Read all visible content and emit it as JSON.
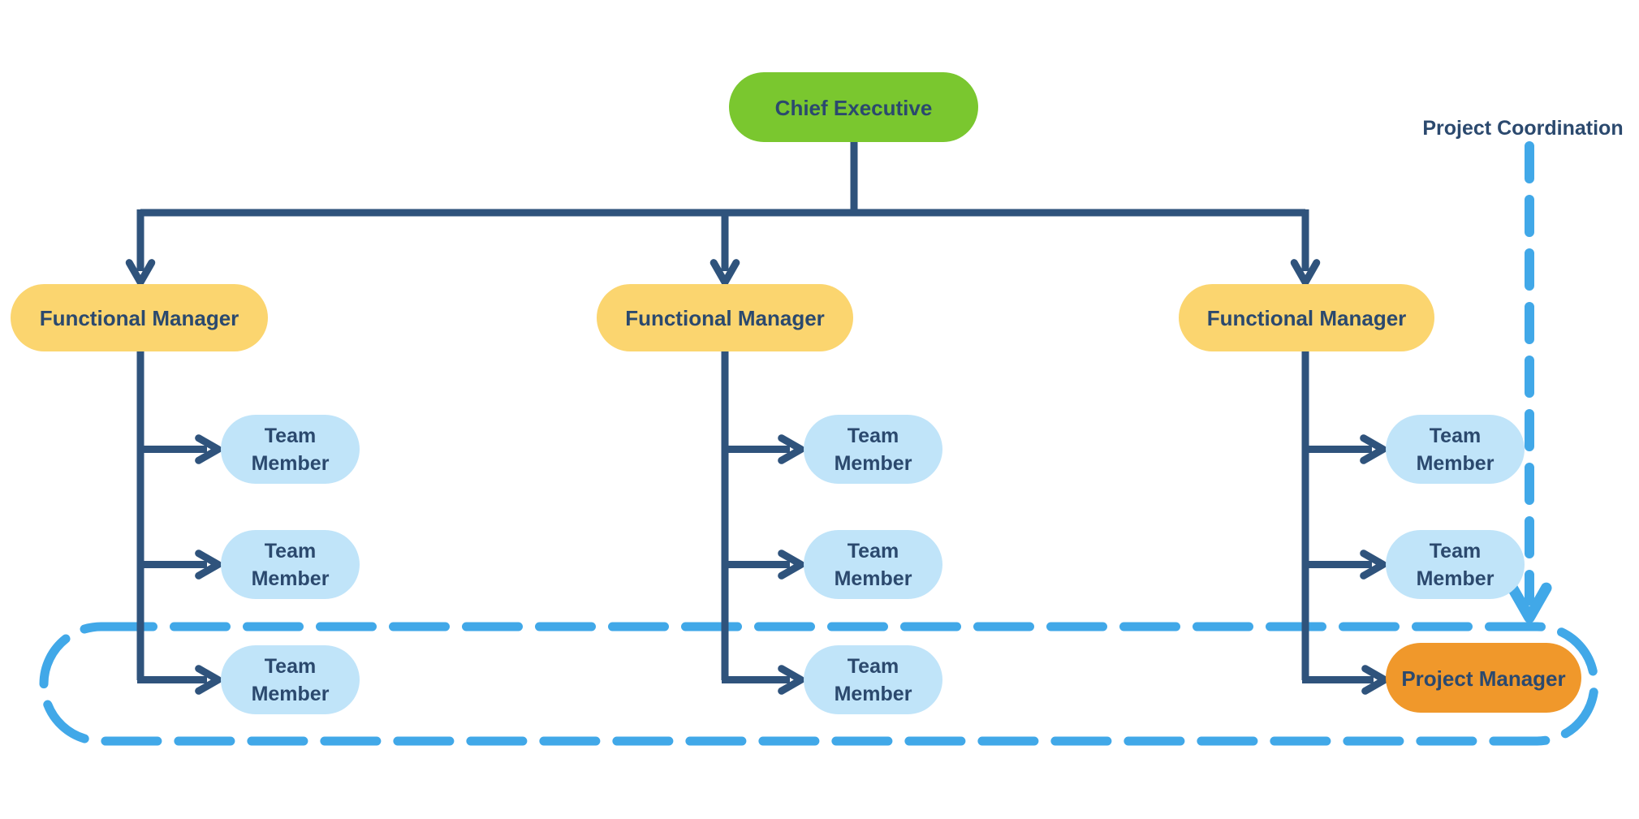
{
  "org": {
    "root": {
      "label": "Chief Executive"
    },
    "columns": [
      {
        "manager": {
          "label": "Functional Manager"
        },
        "members": [
          {
            "line1": "Team",
            "line2": "Member"
          },
          {
            "line1": "Team",
            "line2": "Member"
          },
          {
            "line1": "Team",
            "line2": "Member"
          }
        ]
      },
      {
        "manager": {
          "label": "Functional Manager"
        },
        "members": [
          {
            "line1": "Team",
            "line2": "Member"
          },
          {
            "line1": "Team",
            "line2": "Member"
          },
          {
            "line1": "Team",
            "line2": "Member"
          }
        ]
      },
      {
        "manager": {
          "label": "Functional Manager"
        },
        "members": [
          {
            "line1": "Team",
            "line2": "Member"
          },
          {
            "line1": "Team",
            "line2": "Member"
          }
        ],
        "project_manager": {
          "label": "Project Manager"
        }
      }
    ],
    "annotation": {
      "label": "Project Coordination"
    }
  },
  "colors": {
    "executive_fill": "#7AC72F",
    "manager_fill": "#FBD56F",
    "member_fill": "#C0E4F9",
    "project_fill": "#F0982B",
    "connector": "#2F537C",
    "label_text": "#2B496E",
    "coordination": "#41A8E8",
    "background": "#FFFFFF"
  }
}
